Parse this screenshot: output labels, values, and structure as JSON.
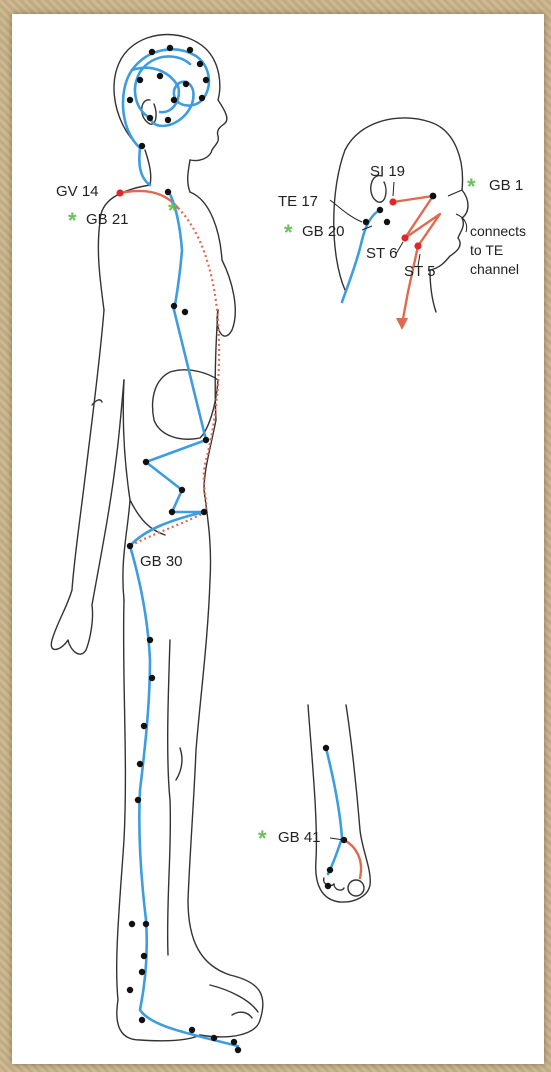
{
  "labels": {
    "gv14": "GV 14",
    "gb21": "GB 21",
    "gb30": "GB 30",
    "te17": "TE 17",
    "si19": "SI 19",
    "gb1": "GB 1",
    "gb20": "GB 20",
    "st6": "ST 6",
    "st5": "ST 5",
    "connects_line1": "connects",
    "connects_line2": "to TE",
    "connects_line3": "channel",
    "gb41": "GB 41"
  },
  "star_symbol": "*",
  "colors": {
    "channel_blue": "#3d9de0",
    "connect_red": "#e06a4e",
    "point_red": "#e2262a",
    "star_green": "#6dbf5a",
    "outline": "#333333"
  }
}
